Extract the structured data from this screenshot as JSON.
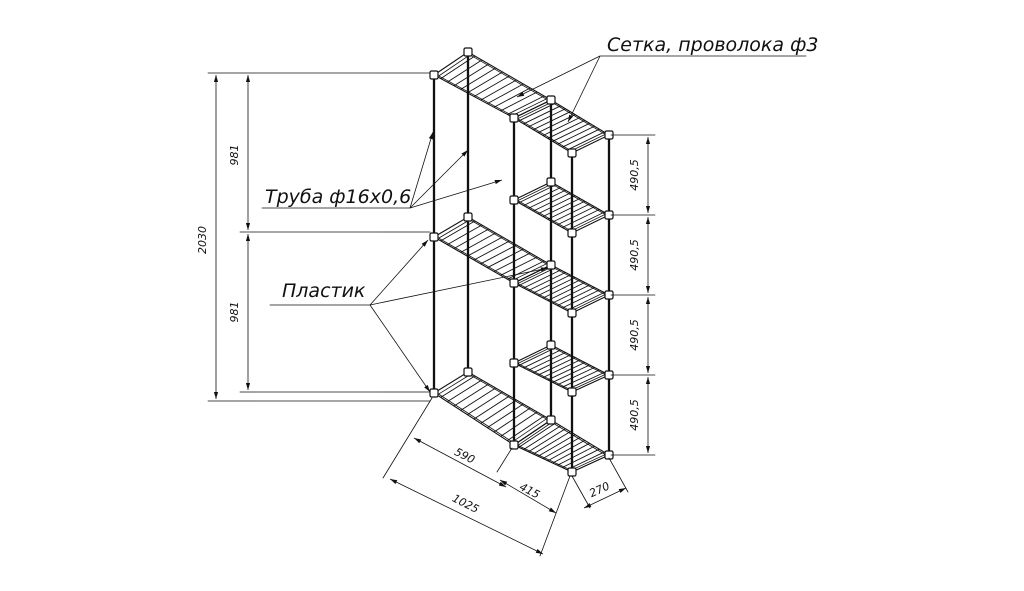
{
  "labels": {
    "mesh": "Сетка, проволока ф3",
    "tube": "Труба ф16х0,6",
    "plastic": "Пластик"
  },
  "dimensions": {
    "total_height": "2030",
    "upper_height": "981",
    "lower_height": "981",
    "shelf_pitch_1": "490,5",
    "shelf_pitch_2": "490,5",
    "shelf_pitch_3": "490,5",
    "shelf_pitch_4": "490,5",
    "width_left": "590",
    "width_total": "1025",
    "width_right": "415",
    "depth": "270"
  }
}
